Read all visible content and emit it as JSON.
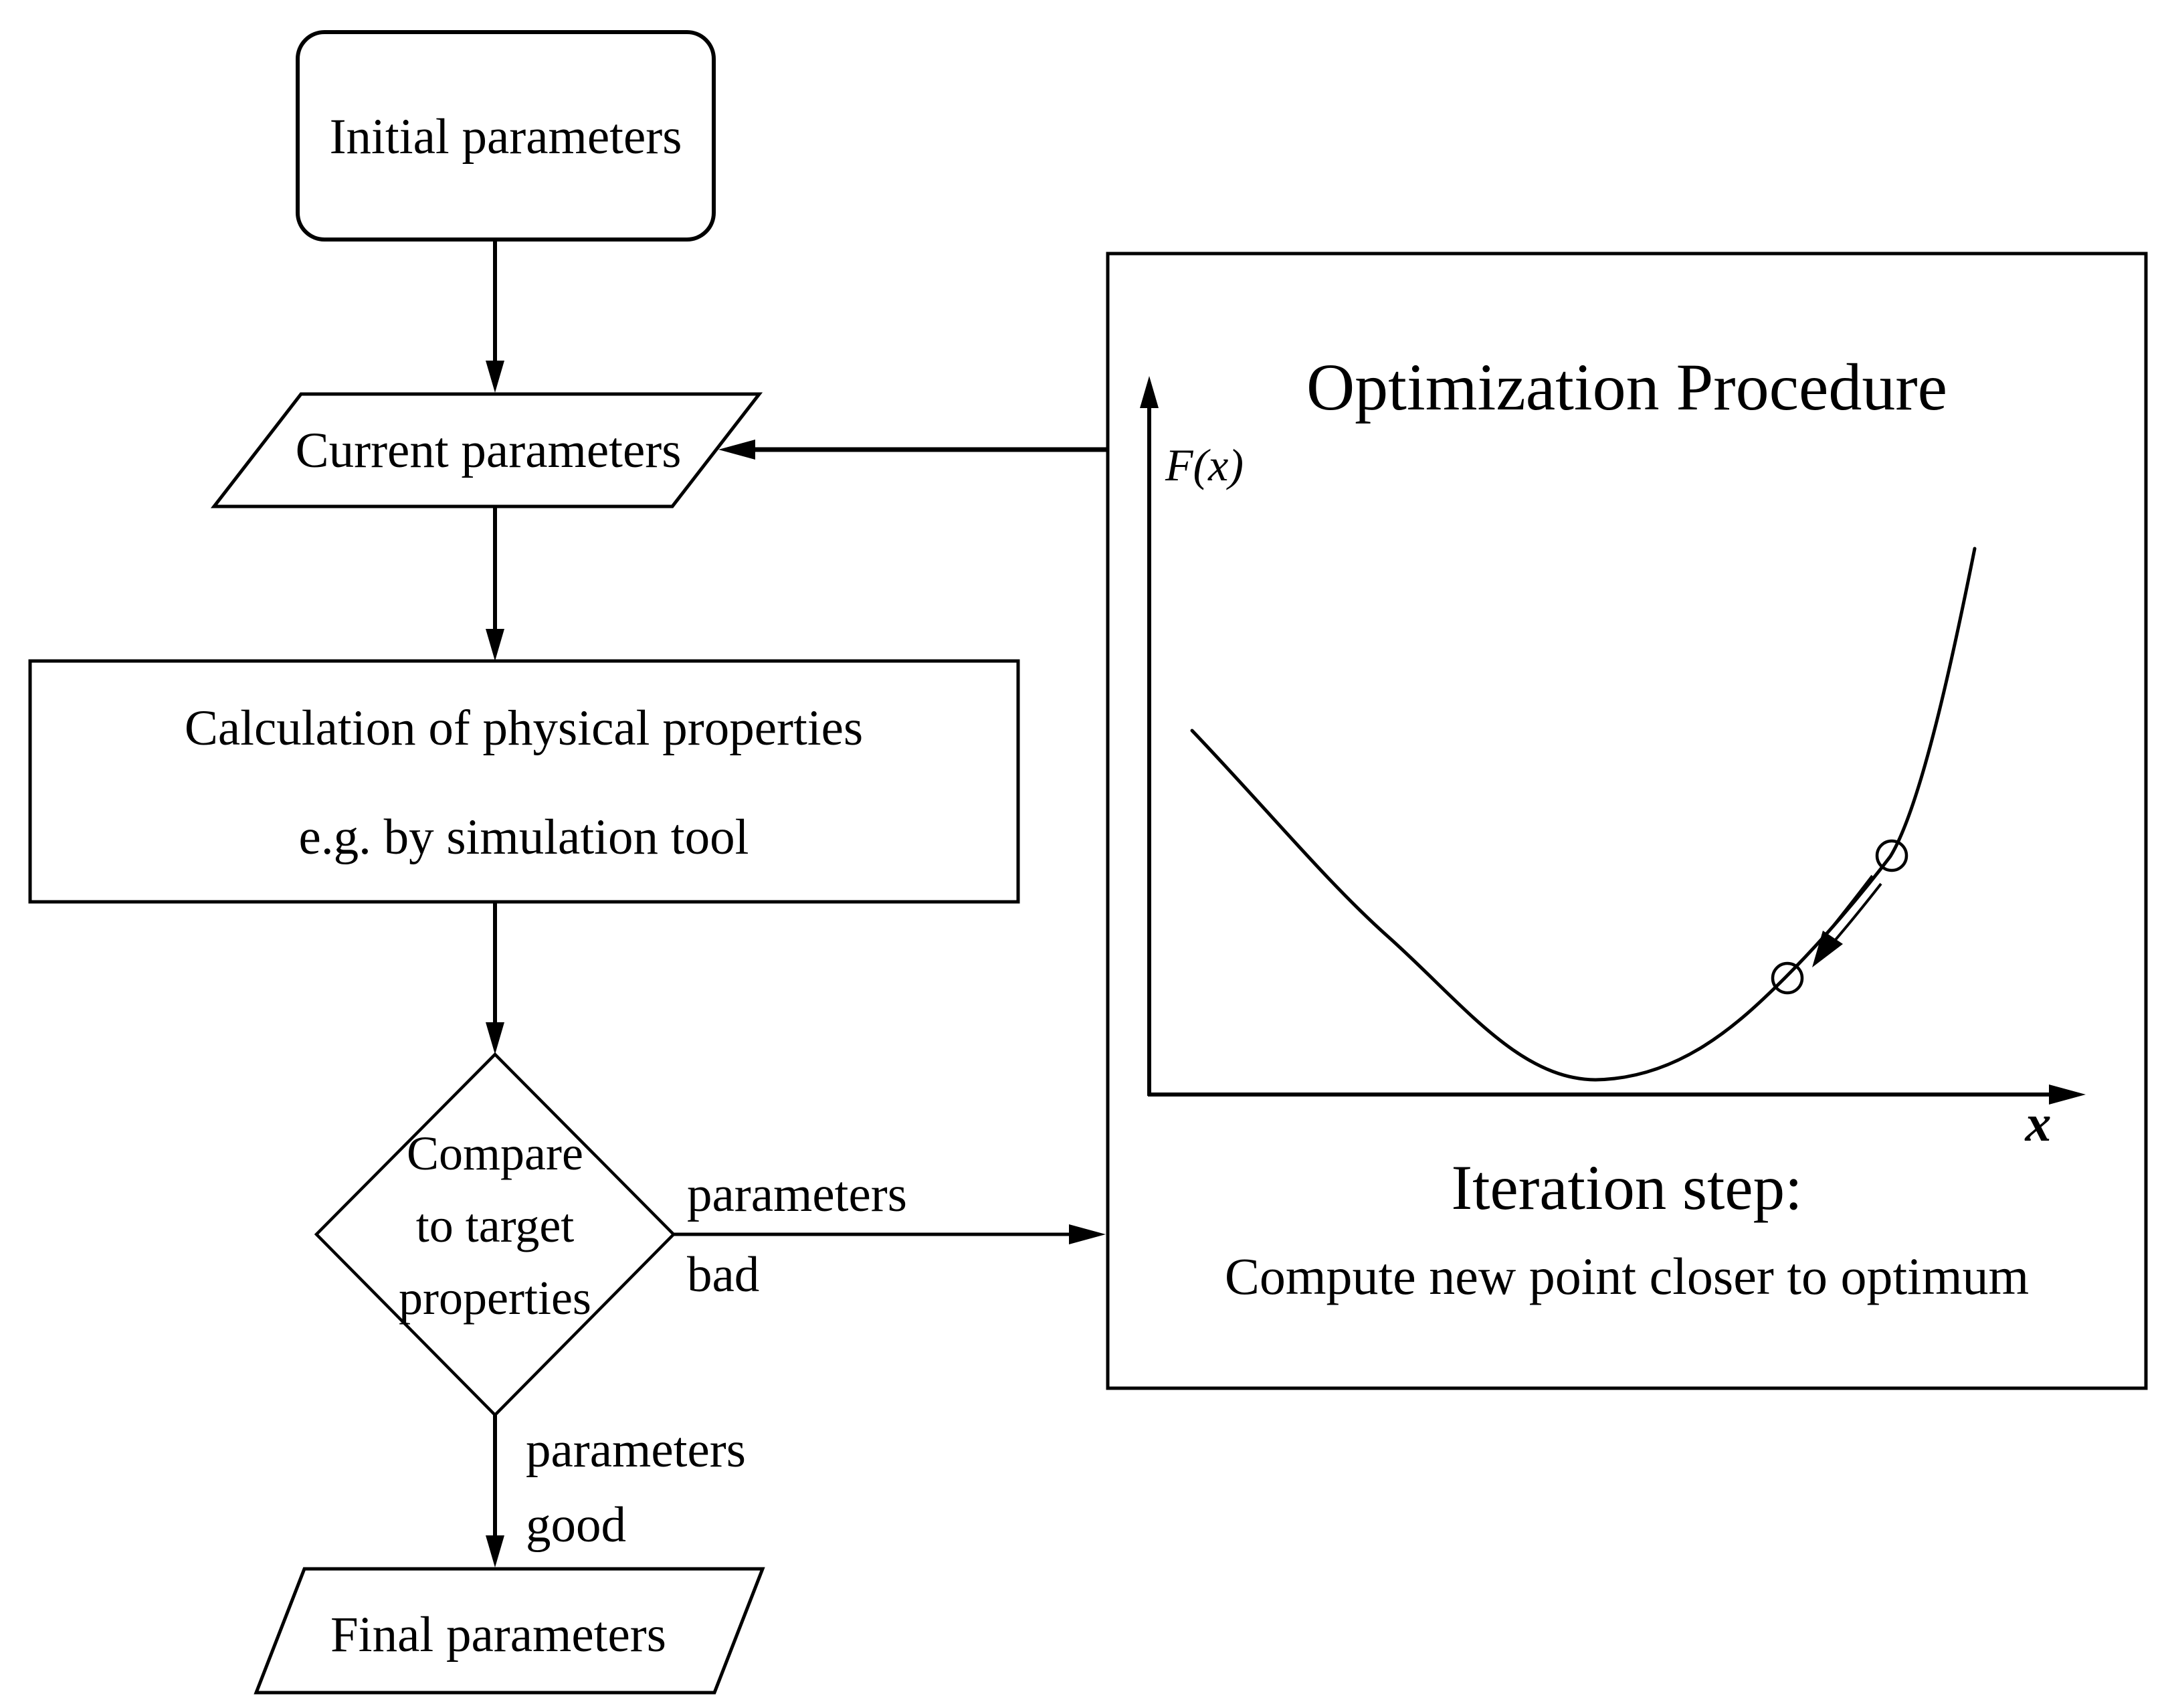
{
  "nodes": {
    "initial": {
      "label": "Initial parameters"
    },
    "current": {
      "label": "Current parameters"
    },
    "calculation": {
      "line1": "Calculation of physical properties",
      "line2": "e.g. by simulation tool"
    },
    "compare": {
      "line1": "Compare",
      "line2": "to target",
      "line3": "properties"
    },
    "final": {
      "label": "Final parameters"
    }
  },
  "edge_labels": {
    "bad": {
      "line1": "parameters",
      "line2": "bad"
    },
    "good": {
      "line1": "parameters",
      "line2": "good"
    }
  },
  "optimization": {
    "title": "Optimization Procedure",
    "y_axis_label": "F(x)",
    "x_axis_label": "x",
    "iteration_heading": "Iteration step:",
    "iteration_description": "Compute new point closer to optimum"
  },
  "colors": {
    "ink": "#000000",
    "background": "#ffffff"
  }
}
